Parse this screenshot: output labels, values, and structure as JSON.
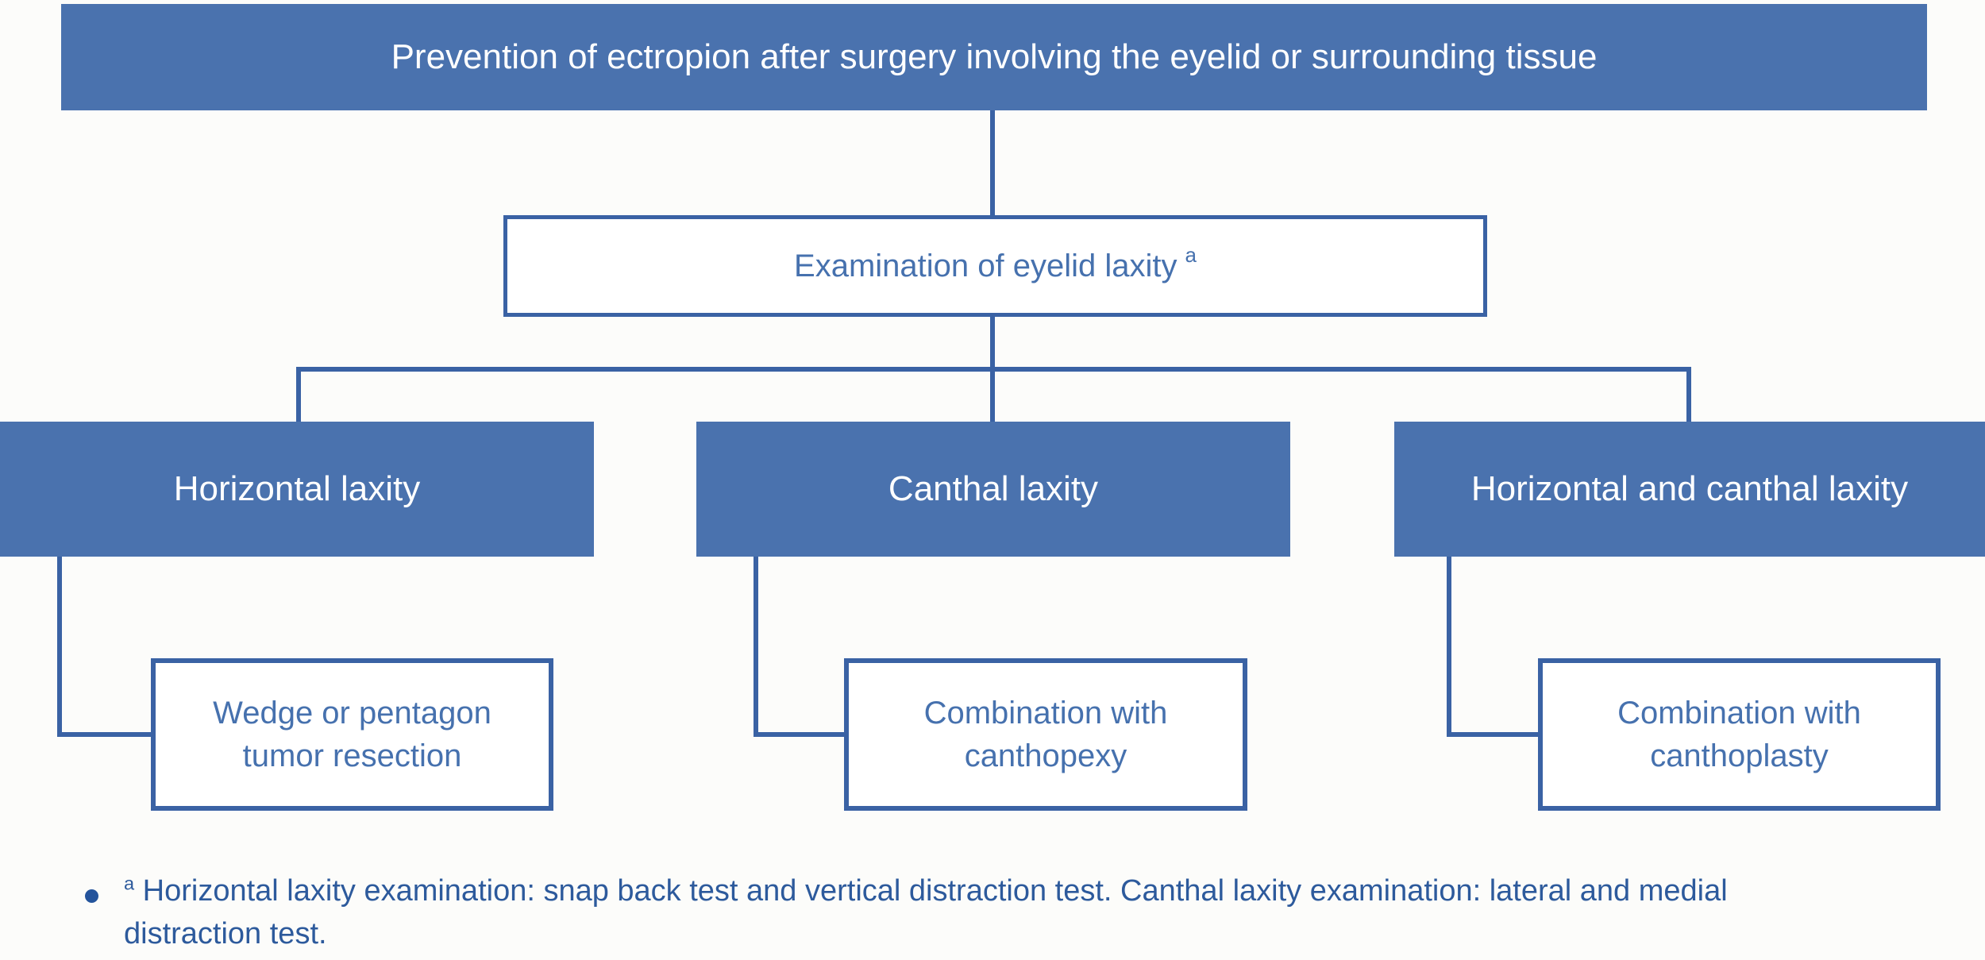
{
  "theme": {
    "fill_blue": "#4a72ae",
    "line_blue": "#3a62a4",
    "text_blue": "#4671ae",
    "footnote_blue": "#2d5a9c",
    "bullet_blue": "#24549c",
    "background": "#fcfcfa",
    "node_text_white": "#ffffff"
  },
  "diagram": {
    "type": "flowchart",
    "root": {
      "label": "Prevention of ectropion after surgery involving the eyelid or surrounding tissue"
    },
    "exam": {
      "label": "Examination of eyelid laxity",
      "superscript": "a"
    },
    "branches": [
      {
        "label": "Horizontal laxity",
        "child": {
          "line1": "Wedge or pentagon",
          "line2": "tumor resection"
        }
      },
      {
        "label": "Canthal laxity",
        "child": {
          "line1": "Combination with",
          "line2": "canthopexy"
        }
      },
      {
        "label": "Horizontal and canthal laxity",
        "child": {
          "line1": "Combination with",
          "line2": "canthoplasty"
        }
      }
    ]
  },
  "footnote": {
    "marker": "a",
    "text": "Horizontal laxity examination: snap back test and vertical distraction test. Canthal laxity examination: lateral and medial distraction test."
  }
}
